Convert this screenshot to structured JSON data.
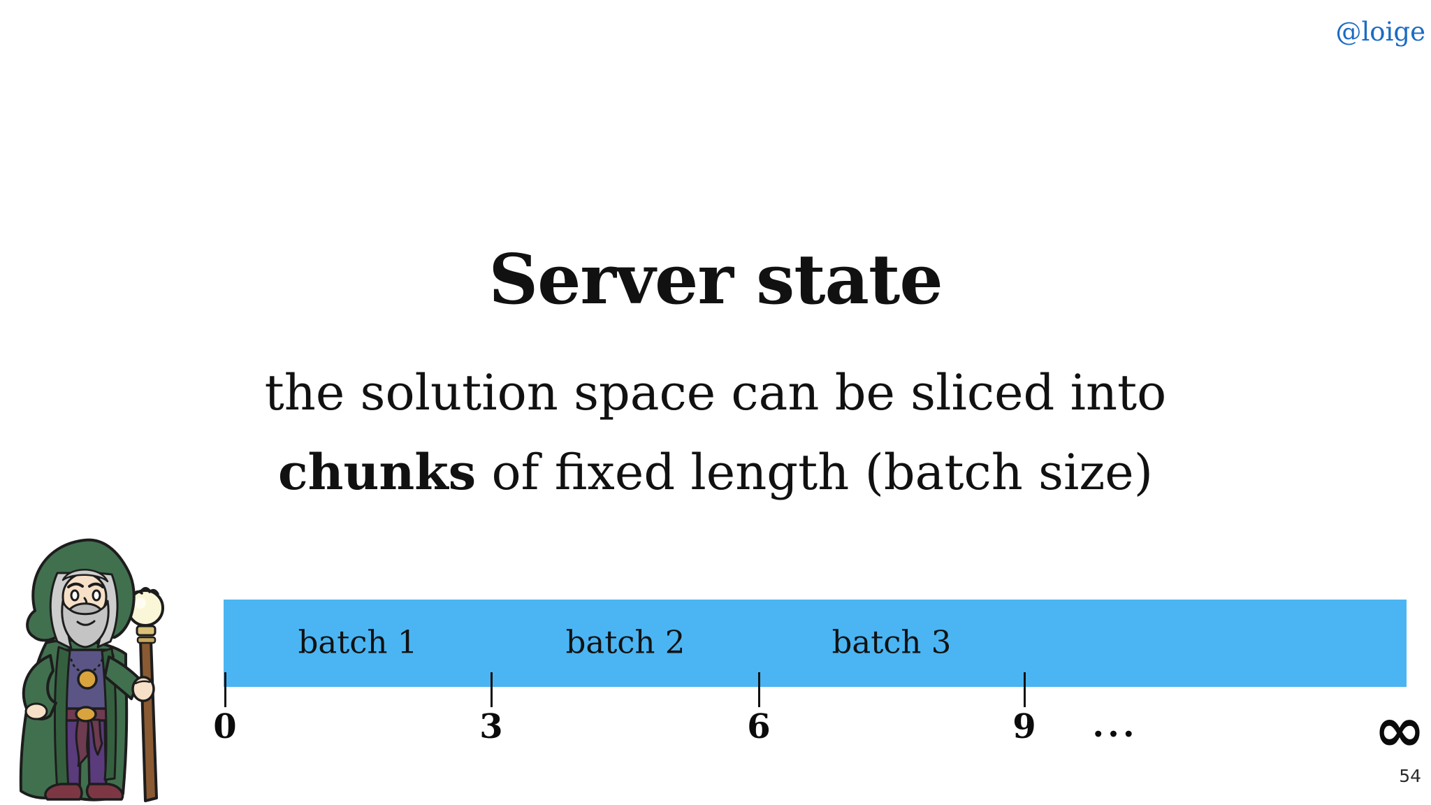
{
  "page": {
    "handle": "@loige",
    "page_number": "54"
  },
  "slide": {
    "title": "Server state",
    "subtitle": {
      "line1": "the solution space can be sliced into",
      "line2_bold": "chunks",
      "line2_rest": " of fixed length (batch size)"
    }
  },
  "diagram": {
    "bar_color": "#4ab5f2",
    "batches": [
      {
        "label": "batch 1"
      },
      {
        "label": "batch 2"
      },
      {
        "label": "batch 3"
      }
    ],
    "ticks": [
      {
        "label": "0"
      },
      {
        "label": "3"
      },
      {
        "label": "6"
      },
      {
        "label": "9"
      }
    ],
    "ellipsis": "...",
    "infinity": "∞"
  },
  "colors": {
    "link_blue": "#1b6bc4",
    "bar_blue": "#4ab5f2",
    "text": "#111111"
  },
  "icons": {
    "illustration": "wizard-with-staff-illustration"
  }
}
